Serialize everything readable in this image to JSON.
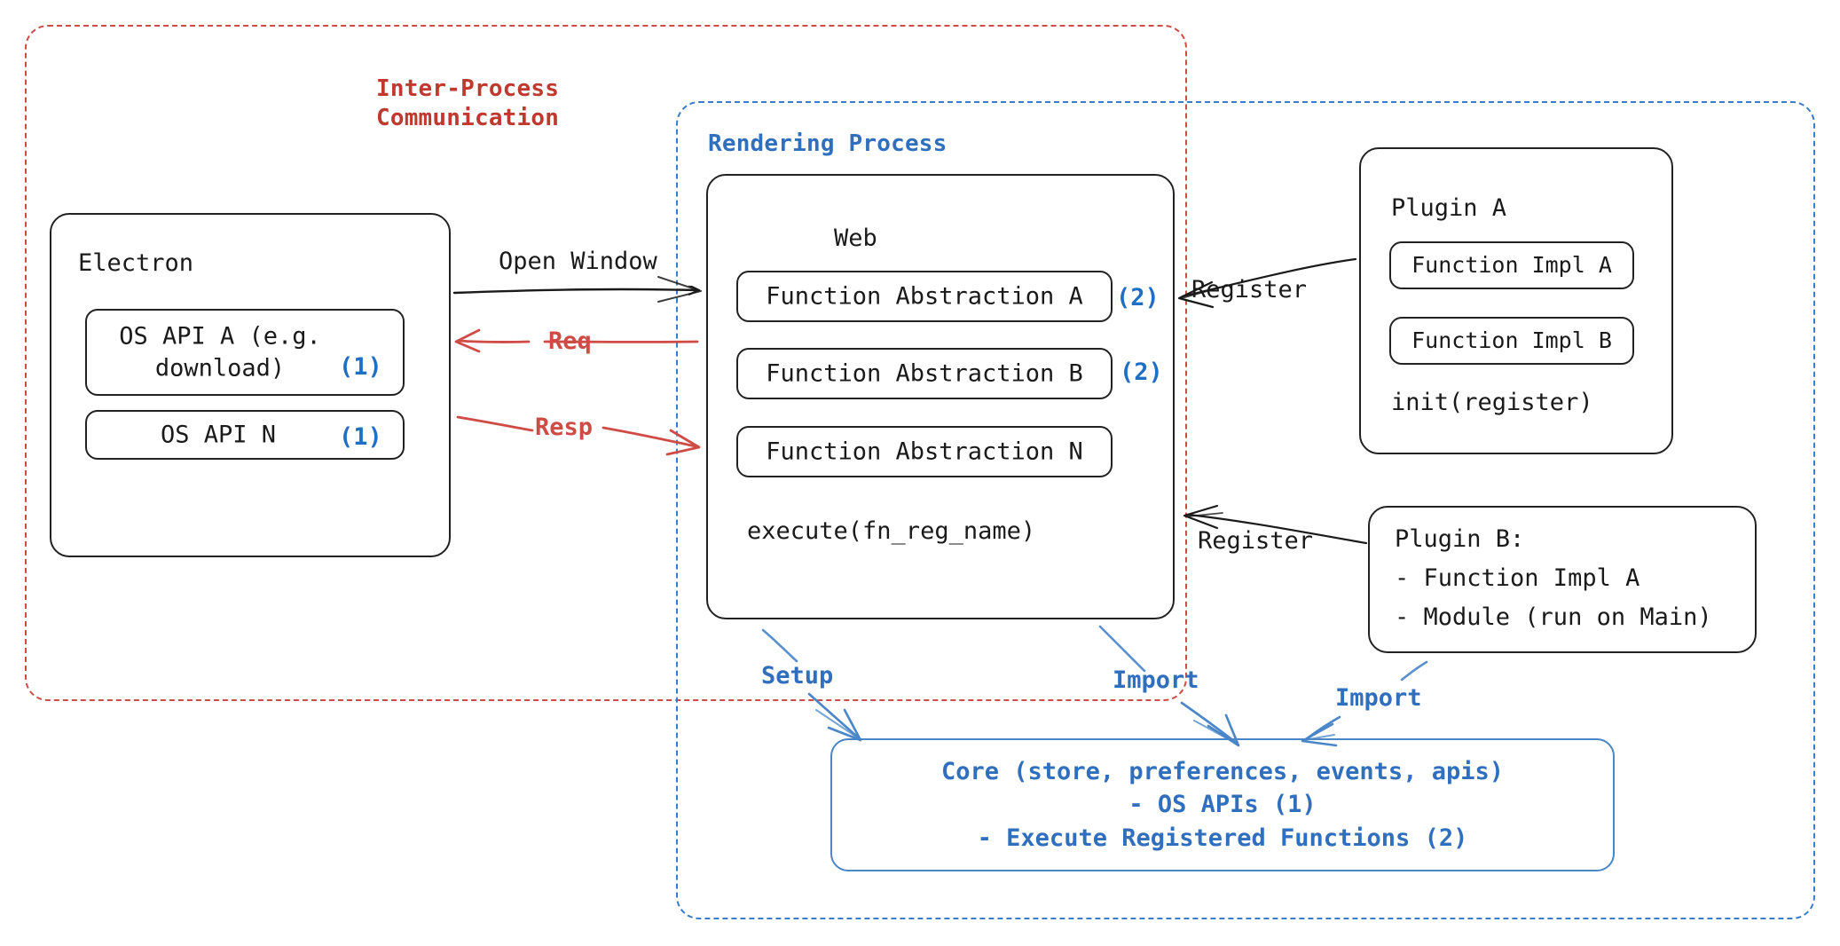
{
  "diagram": {
    "title_hidden": "Electron plugin architecture diagram",
    "colors": {
      "red": "#cf4b45",
      "blue": "#2f6fbd",
      "accent_blue": "#1f6fc4",
      "ink": "#1a1a1a",
      "core_border": "#4a86c8"
    },
    "groups": [
      {
        "id": "ipc",
        "label": "Inter-Process\nCommunication",
        "style": "red-dashed"
      },
      {
        "id": "rendering",
        "label": "Rendering Process",
        "style": "blue-dashed"
      }
    ],
    "electron": {
      "title": "Electron",
      "items": [
        {
          "label": "OS API A (e.g.\ndownload)",
          "badge": "(1)"
        },
        {
          "label": "OS API N",
          "badge": "(1)"
        }
      ]
    },
    "web": {
      "title": "Web",
      "items": [
        {
          "label": "Function Abstraction A",
          "badge": "(2)"
        },
        {
          "label": "Function Abstraction B",
          "badge": "(2)"
        },
        {
          "label": "Function Abstraction N",
          "badge": ""
        }
      ],
      "footer": "execute(fn_reg_name)"
    },
    "plugin_a": {
      "title": "Plugin A",
      "items": [
        {
          "label": "Function Impl A"
        },
        {
          "label": "Function Impl B"
        }
      ],
      "footer": "init(register)"
    },
    "plugin_b": {
      "lines": [
        "Plugin B:",
        "- Function Impl A",
        "- Module (run on Main)"
      ]
    },
    "core": {
      "text": "Core (store, preferences, events, apis)\n- OS APIs (1)\n- Execute Registered Functions (2)"
    },
    "edges": [
      {
        "id": "open-window",
        "label": "Open Window",
        "color": "black",
        "direction": "right"
      },
      {
        "id": "req",
        "label": "Req",
        "color": "red",
        "direction": "left"
      },
      {
        "id": "resp",
        "label": "Resp",
        "color": "red",
        "direction": "right"
      },
      {
        "id": "register-plugin-a",
        "label": "Register",
        "color": "black",
        "direction": "left"
      },
      {
        "id": "register-plugin-b",
        "label": "Register",
        "color": "black",
        "direction": "left"
      },
      {
        "id": "setup",
        "label": "Setup",
        "color": "blue",
        "direction": "down"
      },
      {
        "id": "import-web",
        "label": "Import",
        "color": "blue",
        "direction": "down"
      },
      {
        "id": "import-plugin-b",
        "label": "Import",
        "color": "blue",
        "direction": "down-left"
      }
    ]
  }
}
